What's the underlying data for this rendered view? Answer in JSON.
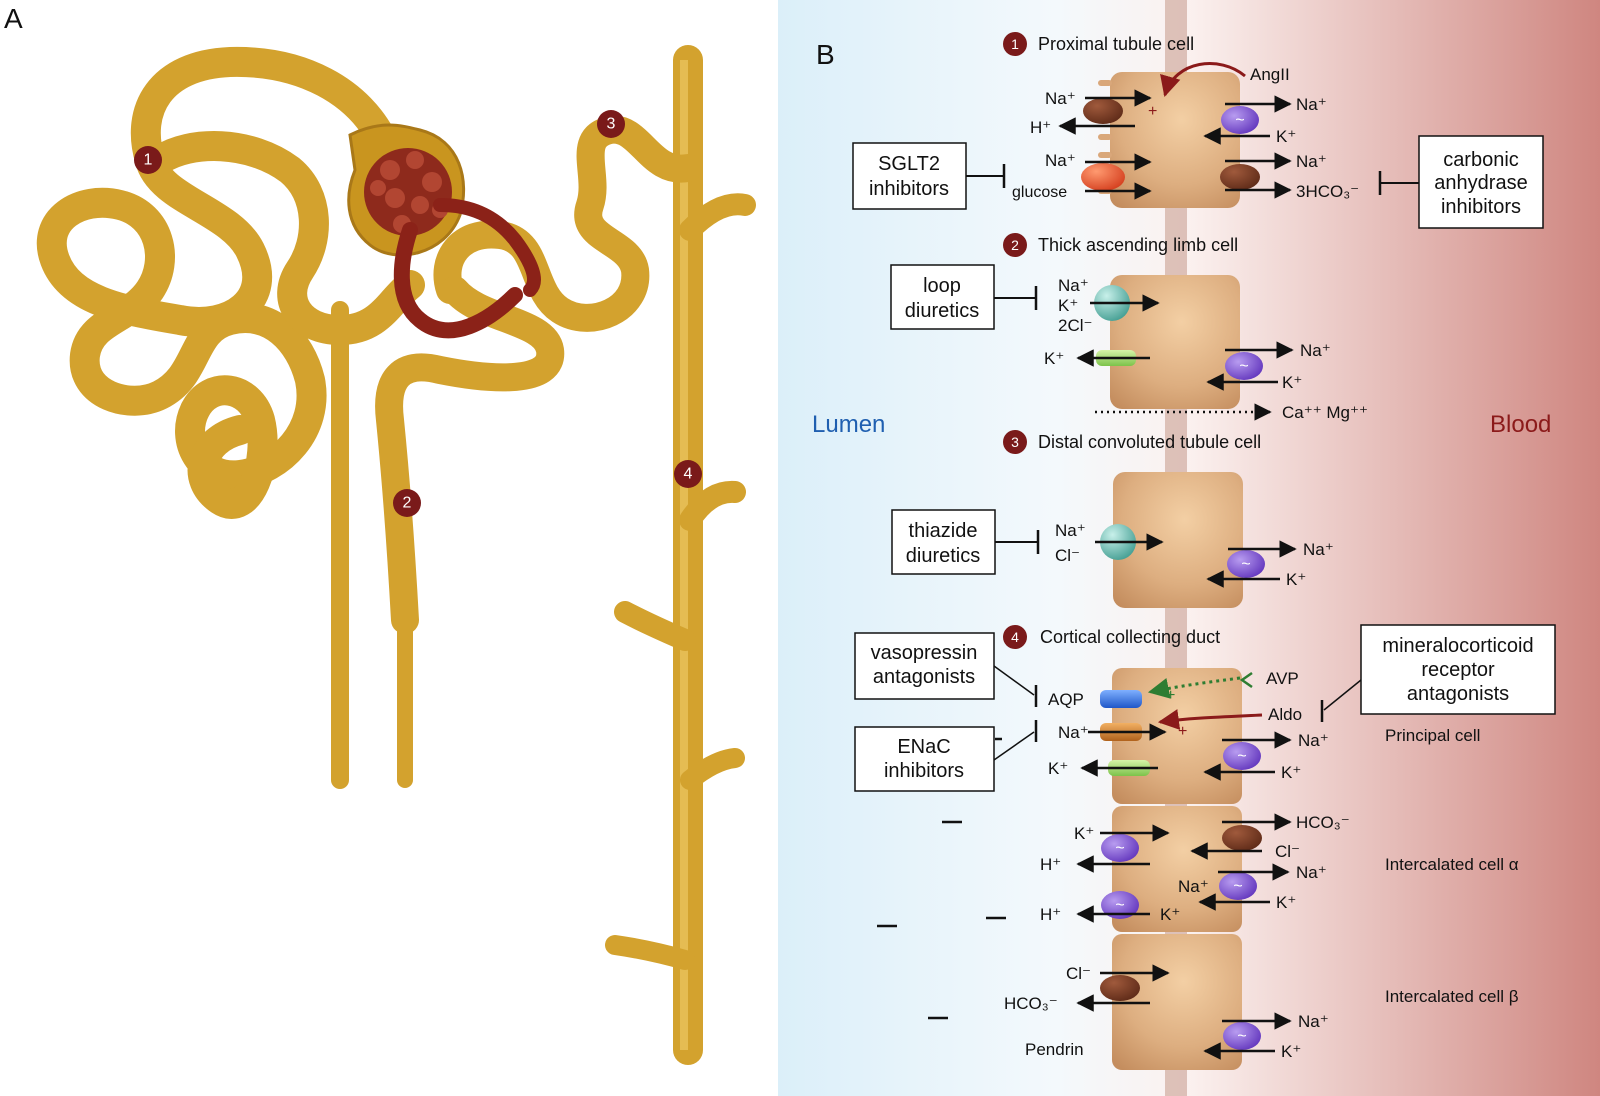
{
  "panel_a": {
    "letter": "A",
    "markers": [
      "1",
      "2",
      "3",
      "4"
    ]
  },
  "panel_b": {
    "letter": "B",
    "lumen_label": "Lumen",
    "blood_label": "Blood",
    "colors": {
      "lumen": "#dcf0fa",
      "blood": "#d08a84",
      "cell": "#d2a173",
      "marker": "#7a1a1a",
      "inhibition_red": "#8b1a1a",
      "vasopressin_green": "#2e7d32"
    },
    "segments": [
      {
        "number": "1",
        "title": "Proximal tubule cell",
        "luminal": [
          "Na⁺",
          "H⁺",
          "Na⁺",
          "glucose"
        ],
        "basolateral": [
          "Na⁺",
          "K⁺",
          "Na⁺",
          "3HCO₃⁻"
        ],
        "hormone": "AngII",
        "hormone_effect": "+",
        "drugs": [
          {
            "name": "SGLT2 inhibitors",
            "lines": [
              "SGLT2",
              "inhibitors"
            ]
          },
          {
            "name": "carbonic anhydrase inhibitors",
            "lines": [
              "carbonic",
              "anhydrase",
              "inhibitors"
            ]
          }
        ]
      },
      {
        "number": "2",
        "title": "Thick ascending limb cell",
        "luminal": [
          "Na⁺",
          "K⁺",
          "2Cl⁻",
          "K⁺"
        ],
        "basolateral": [
          "Na⁺",
          "K⁺"
        ],
        "paracellular": "Ca⁺⁺ Mg⁺⁺",
        "drugs": [
          {
            "name": "loop diuretics",
            "lines": [
              "loop",
              "diuretics"
            ]
          }
        ]
      },
      {
        "number": "3",
        "title": "Distal convoluted tubule cell",
        "luminal": [
          "Na⁺",
          "Cl⁻"
        ],
        "basolateral": [
          "Na⁺",
          "K⁺"
        ],
        "drugs": [
          {
            "name": "thiazide diuretics",
            "lines": [
              "thiazide",
              "diuretics"
            ]
          }
        ]
      },
      {
        "number": "4",
        "title": "Cortical collecting duct",
        "cells": [
          {
            "label": "Principal cell",
            "luminal": [
              "AQP",
              "Na⁺",
              "K⁺"
            ],
            "basolateral": [
              "Na⁺",
              "K⁺"
            ],
            "hormones": [
              "AVP",
              "Aldo"
            ]
          },
          {
            "label": "Intercalated cell α",
            "luminal": [
              "K⁺",
              "H⁺",
              "H⁺",
              "K⁺"
            ],
            "basolateral": [
              "HCO₃⁻",
              "Cl⁻",
              "Na⁺",
              "Na⁺",
              "K⁺"
            ]
          },
          {
            "label": "Intercalated cell β",
            "luminal": [
              "Cl⁻",
              "HCO₃⁻"
            ],
            "basolateral": [
              "Na⁺",
              "K⁺"
            ],
            "transporter": "Pendrin"
          }
        ],
        "drugs": [
          {
            "name": "vasopressin antagonists",
            "lines": [
              "vasopressin",
              "antagonists"
            ]
          },
          {
            "name": "ENaC inhibitors",
            "lines": [
              "ENaC",
              "inhibitors"
            ]
          },
          {
            "name": "mineralocorticoid receptor antagonists",
            "lines": [
              "mineralocorticoid",
              "receptor",
              "antagonists"
            ]
          }
        ]
      }
    ]
  }
}
